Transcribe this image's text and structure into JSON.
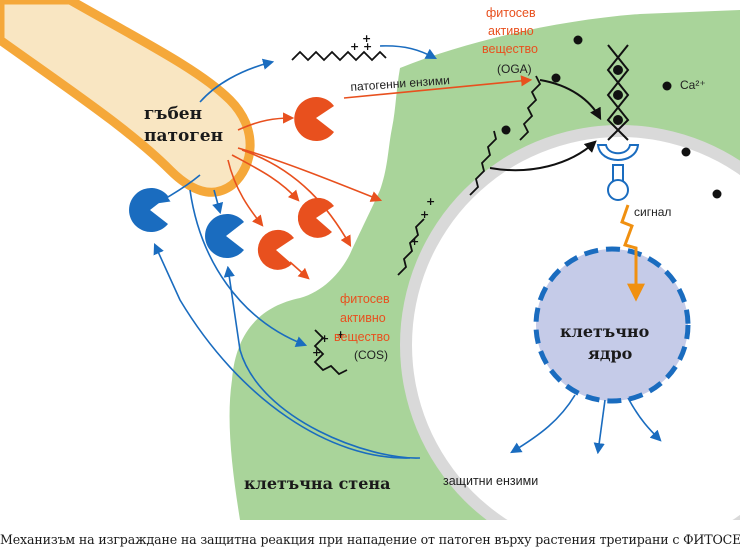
{
  "labels": {
    "pathogen_line1": "гъбен",
    "pathogen_line2": "патоген",
    "active_top_line1": "фитосев",
    "active_top_line2": "активно",
    "active_top_line3": "вещество",
    "oga": "(OGA)",
    "pathogen_enzymes": "патогенни ензими",
    "ca": "Ca²⁺",
    "signal": "сигнал",
    "active_bottom_line1": "фитосев",
    "active_bottom_line2": "активно",
    "active_bottom_line3": "вещество",
    "cos": "(COS)",
    "nucleus_line1": "клетъчно",
    "nucleus_line2": "ядро",
    "defense_enzymes": "защитни ензими",
    "cell_wall": "клетъчна стена"
  },
  "caption": "Механизъм на изграждане на защитна реакция при нападение от патоген върху растения третирани с ФИТОСЕВ",
  "colors": {
    "wall_green": "#a9d49a",
    "pathogen_fill": "#f9e6c2",
    "pathogen_edge": "#f5a83a",
    "enzyme_red": "#e8501e",
    "enzyme_blue": "#1a6cbf",
    "nucleus_fill": "#c5cbe8",
    "nucleus_edge": "#1a6cbf",
    "signal_orange": "#f09010",
    "membrane_grey": "#d9d9d9"
  }
}
